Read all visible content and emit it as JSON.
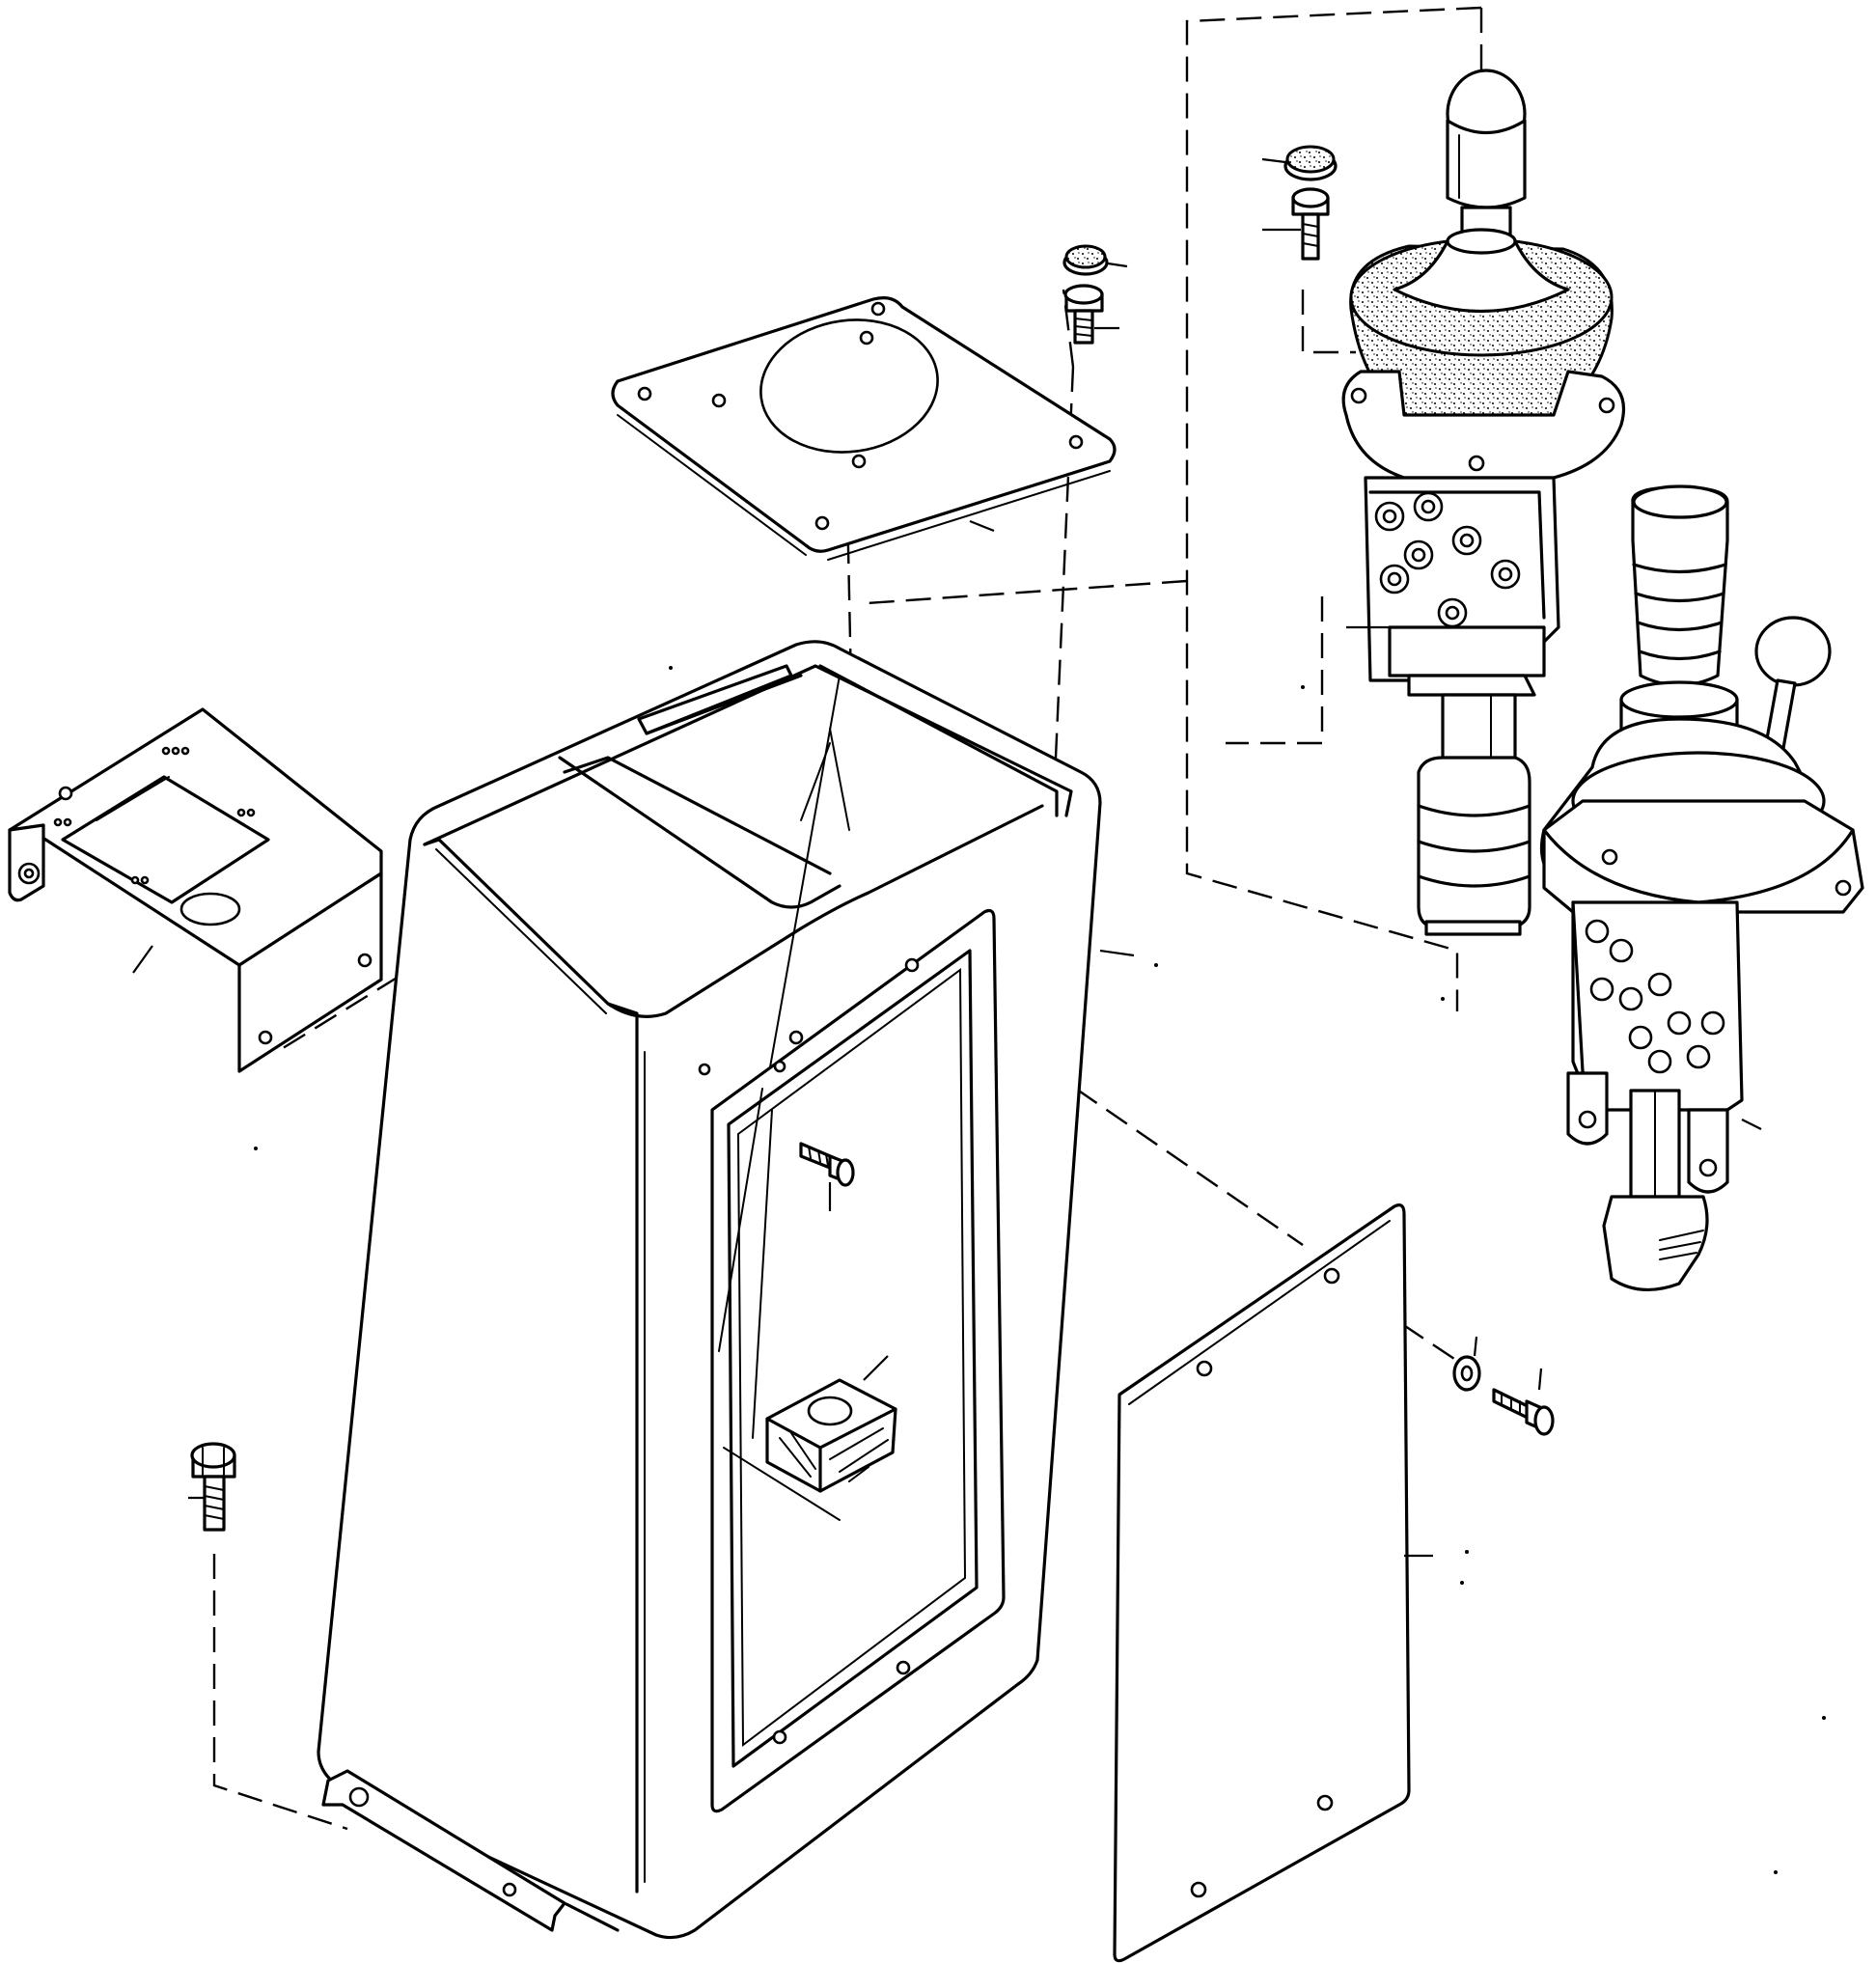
{
  "figure": {
    "kind": "exploded-assembly-line-drawing",
    "line_color": "#000000",
    "background_color": "#ffffff"
  },
  "parts": [
    {
      "id": "console-housing",
      "icon": "housing-outline"
    },
    {
      "id": "top-mounting-plate",
      "icon": "square-plate-with-bore"
    },
    {
      "id": "side-bracket",
      "icon": "angle-bracket"
    },
    {
      "id": "rear-cover-plate",
      "icon": "flat-cover-plate"
    },
    {
      "id": "joystick-valve-main",
      "icon": "pilot-valve-joystick"
    },
    {
      "id": "joystick-valve-secondary",
      "icon": "dual-lever-valve"
    },
    {
      "id": "rubber-block",
      "icon": "damper-block"
    },
    {
      "id": "bolts",
      "icon": "hex-bolt"
    },
    {
      "id": "caps",
      "icon": "cap-nut"
    },
    {
      "id": "washer",
      "icon": "washer"
    }
  ]
}
